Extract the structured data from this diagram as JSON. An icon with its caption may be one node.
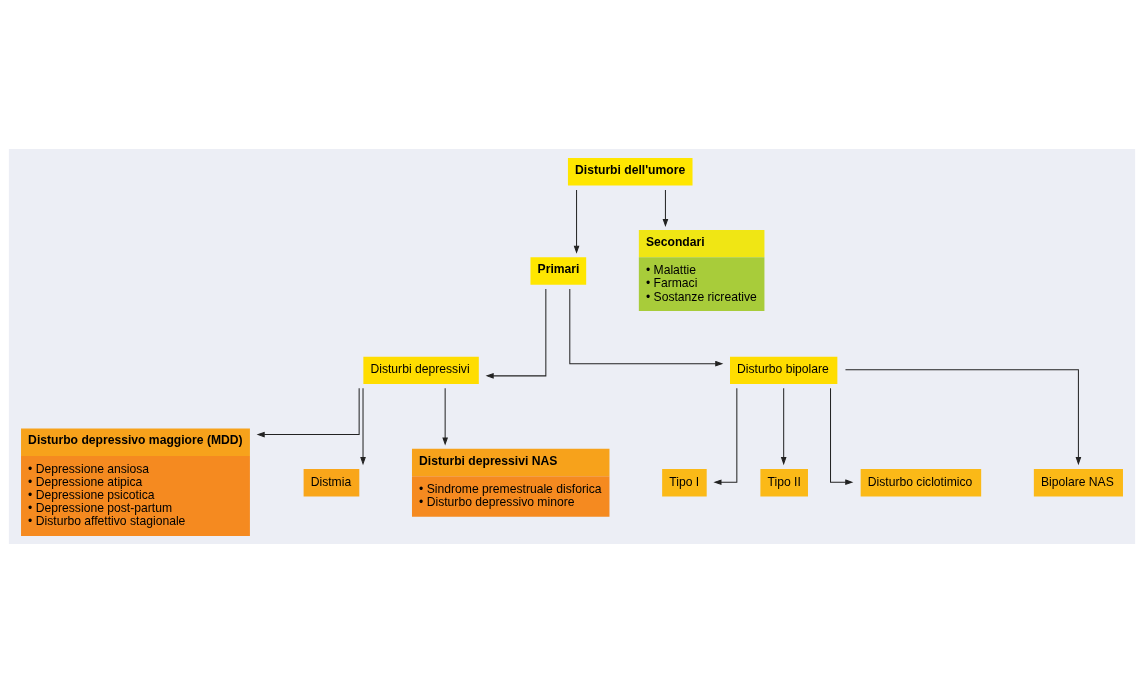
{
  "diagram": {
    "nodes": [
      {
        "text": [
          "Disturbi dell'umore"
        ]
      },
      {
        "text": [
          "Primari"
        ]
      },
      {
        "text": [
          "Secondari",
          "• Malattie",
          "• Farmaci",
          "• Sostanze ricreative"
        ]
      },
      {
        "text": [
          "Disturbi depressivi"
        ]
      },
      {
        "text": [
          "Disturbo bipolare"
        ]
      },
      {
        "text": [
          "Tipo I"
        ]
      },
      {
        "text": [
          "Tipo II"
        ]
      },
      {
        "text": [
          "Disturbo ciclotimico"
        ]
      },
      {
        "text": [
          "Bipolare NAS"
        ]
      },
      {
        "text": [
          "Disturbo depressivo maggiore (MDD)",
          "• Depressione ansiosa",
          "• Depressione atipica",
          "• Depressione psicotica",
          "• Depressione post-partum",
          "• Disturbo affettivo stagionale"
        ]
      },
      {
        "text": [
          "Distmia"
        ]
      },
      {
        "text": [
          "Disturbi depressivi NAS",
          "• Sindrome premestruale disforica",
          "• Disturbo depressivo minore"
        ]
      }
    ],
    "edges": [
      {
        "from": 0,
        "to": 1,
        "arrow": "to"
      },
      {
        "from": 0,
        "to": 2,
        "arrow": "to"
      },
      {
        "from": 1,
        "to": 3,
        "arrow": "to"
      },
      {
        "from": 1,
        "to": 4,
        "arrow": "to"
      },
      {
        "from": 4,
        "to": 5,
        "arrow": "to"
      },
      {
        "from": 4,
        "to": 6,
        "arrow": "to"
      },
      {
        "from": 4,
        "to": 7,
        "arrow": "to"
      },
      {
        "from": 4,
        "to": 8,
        "arrow": "to"
      },
      {
        "from": 3,
        "to": 9,
        "arrow": "to"
      },
      {
        "from": 3,
        "to": 10,
        "arrow": "to"
      },
      {
        "from": 3,
        "to": 11,
        "arrow": "to"
      }
    ]
  }
}
